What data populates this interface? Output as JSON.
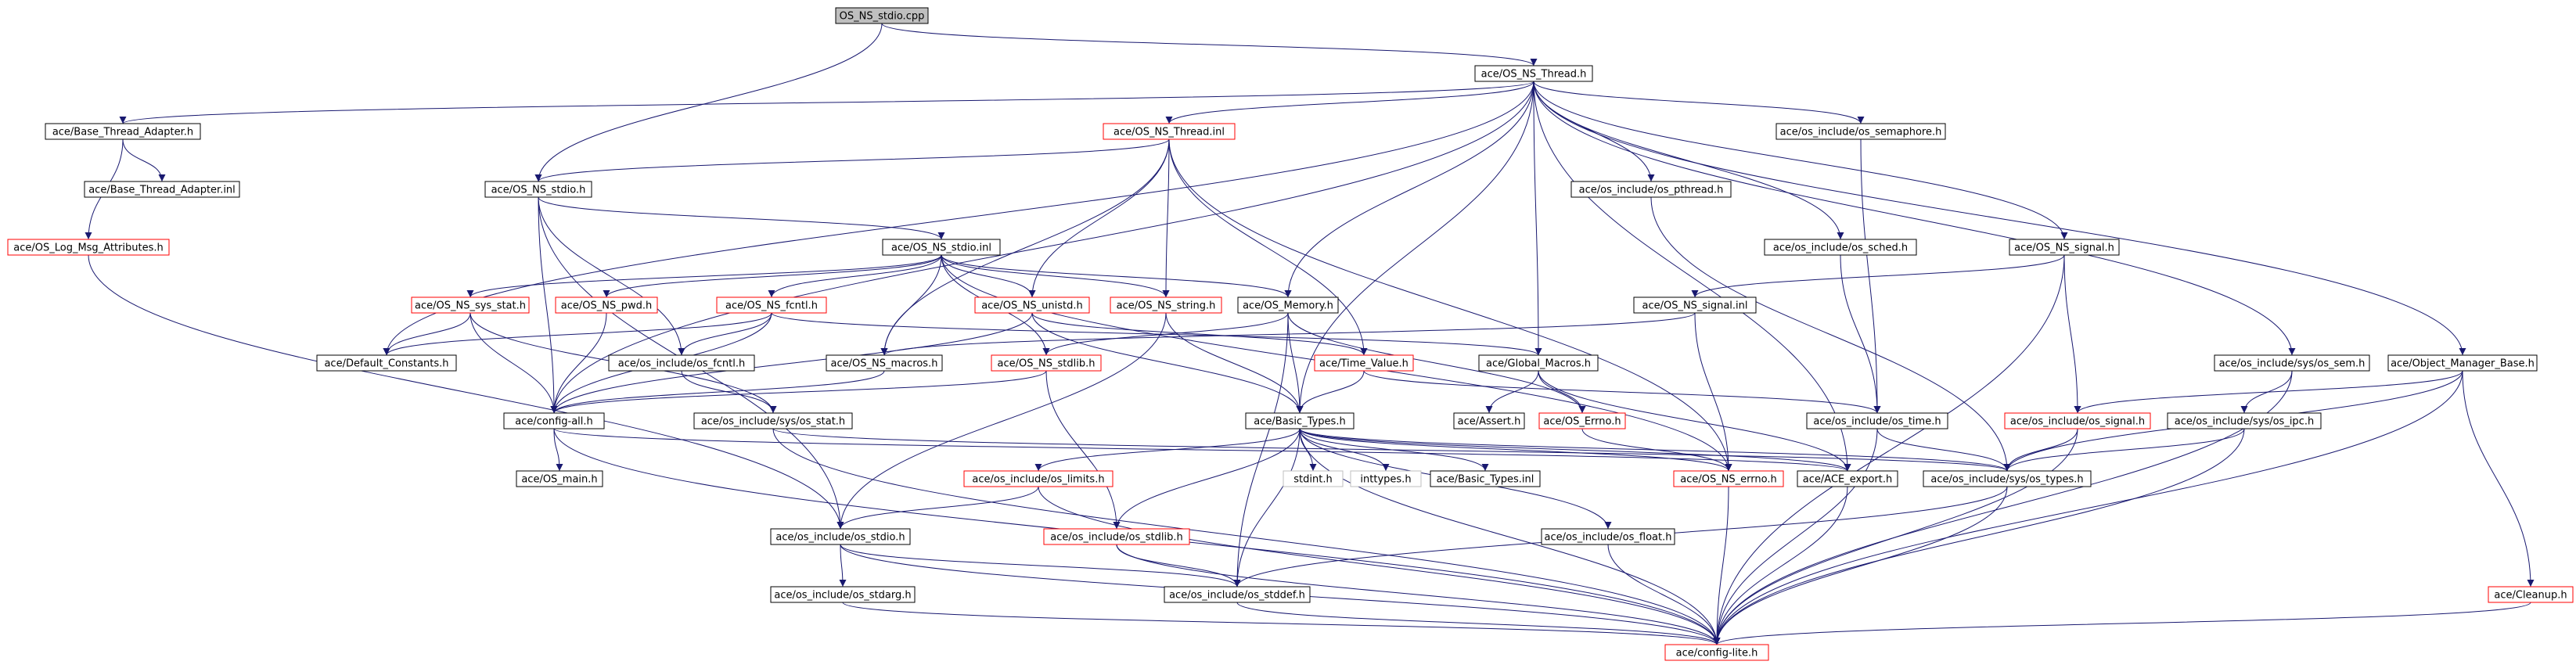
{
  "root": "OS_NS_stdio.cpp",
  "colors": {
    "edge": "#191970",
    "broken_link_border": "#ff0000",
    "normal_border": "#000000",
    "external_border": "#bfbfbf",
    "root_fill": "#bfbfbf"
  },
  "nodes": [
    {
      "id": "n_root",
      "label": "OS_NS_stdio.cpp",
      "kind": "root"
    },
    {
      "id": "n_thread_h",
      "label": "ace/OS_NS_Thread.h",
      "kind": "normal"
    },
    {
      "id": "n_bta_h",
      "label": "ace/Base_Thread_Adapter.h",
      "kind": "normal"
    },
    {
      "id": "n_thread_inl",
      "label": "ace/OS_NS_Thread.inl",
      "kind": "broken"
    },
    {
      "id": "n_sem_h",
      "label": "ace/os_include/os_semaphore.h",
      "kind": "normal"
    },
    {
      "id": "n_bta_inl",
      "label": "ace/Base_Thread_Adapter.inl",
      "kind": "normal"
    },
    {
      "id": "n_stdio_h",
      "label": "ace/OS_NS_stdio.h",
      "kind": "normal"
    },
    {
      "id": "n_pthread_h",
      "label": "ace/os_include/os_pthread.h",
      "kind": "normal"
    },
    {
      "id": "n_logmsg_h",
      "label": "ace/OS_Log_Msg_Attributes.h",
      "kind": "broken"
    },
    {
      "id": "n_stdio_inl",
      "label": "ace/OS_NS_stdio.inl",
      "kind": "normal"
    },
    {
      "id": "n_sched_h",
      "label": "ace/os_include/os_sched.h",
      "kind": "normal"
    },
    {
      "id": "n_signal_h",
      "label": "ace/OS_NS_signal.h",
      "kind": "normal"
    },
    {
      "id": "n_sysstat_h",
      "label": "ace/OS_NS_sys_stat.h",
      "kind": "broken"
    },
    {
      "id": "n_pwd_h",
      "label": "ace/OS_NS_pwd.h",
      "kind": "broken"
    },
    {
      "id": "n_fcntl_h",
      "label": "ace/OS_NS_fcntl.h",
      "kind": "broken"
    },
    {
      "id": "n_unistd_h",
      "label": "ace/OS_NS_unistd.h",
      "kind": "broken"
    },
    {
      "id": "n_string_h",
      "label": "ace/OS_NS_string.h",
      "kind": "broken"
    },
    {
      "id": "n_memory_h",
      "label": "ace/OS_Memory.h",
      "kind": "normal"
    },
    {
      "id": "n_signal_inl",
      "label": "ace/OS_NS_signal.inl",
      "kind": "normal"
    },
    {
      "id": "n_syssem_h",
      "label": "ace/os_include/sys/os_sem.h",
      "kind": "normal"
    },
    {
      "id": "n_omb_h",
      "label": "ace/Object_Manager_Base.h",
      "kind": "normal"
    },
    {
      "id": "n_defconst_h",
      "label": "ace/Default_Constants.h",
      "kind": "normal"
    },
    {
      "id": "n_osfcntl_h",
      "label": "ace/os_include/os_fcntl.h",
      "kind": "normal"
    },
    {
      "id": "n_macros_h",
      "label": "ace/OS_NS_macros.h",
      "kind": "normal"
    },
    {
      "id": "n_stdlib_h",
      "label": "ace/OS_NS_stdlib.h",
      "kind": "broken"
    },
    {
      "id": "n_timevalue_h",
      "label": "ace/Time_Value.h",
      "kind": "broken"
    },
    {
      "id": "n_globalmacros_h",
      "label": "ace/Global_Macros.h",
      "kind": "normal"
    },
    {
      "id": "n_configall_h",
      "label": "ace/config-all.h",
      "kind": "normal"
    },
    {
      "id": "n_sysstat2_h",
      "label": "ace/os_include/sys/os_stat.h",
      "kind": "normal"
    },
    {
      "id": "n_basictypes_h",
      "label": "ace/Basic_Types.h",
      "kind": "normal"
    },
    {
      "id": "n_assert_h",
      "label": "ace/Assert.h",
      "kind": "normal"
    },
    {
      "id": "n_oserrno_h",
      "label": "ace/OS_Errno.h",
      "kind": "broken"
    },
    {
      "id": "n_ostime_h",
      "label": "ace/os_include/os_time.h",
      "kind": "normal"
    },
    {
      "id": "n_ossignal_h",
      "label": "ace/os_include/os_signal.h",
      "kind": "broken"
    },
    {
      "id": "n_sysipc_h",
      "label": "ace/os_include/sys/os_ipc.h",
      "kind": "normal"
    },
    {
      "id": "n_osmain_h",
      "label": "ace/OS_main.h",
      "kind": "normal"
    },
    {
      "id": "n_limits_h",
      "label": "ace/os_include/os_limits.h",
      "kind": "broken"
    },
    {
      "id": "n_stdint_h",
      "label": "stdint.h",
      "kind": "external"
    },
    {
      "id": "n_inttypes_h",
      "label": "inttypes.h",
      "kind": "external"
    },
    {
      "id": "n_basictypes_inl",
      "label": "ace/Basic_Types.inl",
      "kind": "normal"
    },
    {
      "id": "n_errno_h",
      "label": "ace/OS_NS_errno.h",
      "kind": "broken"
    },
    {
      "id": "n_aceexport_h",
      "label": "ace/ACE_export.h",
      "kind": "normal"
    },
    {
      "id": "n_systypes_h",
      "label": "ace/os_include/sys/os_types.h",
      "kind": "normal"
    },
    {
      "id": "n_osstdio_h",
      "label": "ace/os_include/os_stdio.h",
      "kind": "normal"
    },
    {
      "id": "n_osstdlib_h",
      "label": "ace/os_include/os_stdlib.h",
      "kind": "broken"
    },
    {
      "id": "n_osfloat_h",
      "label": "ace/os_include/os_float.h",
      "kind": "normal"
    },
    {
      "id": "n_stdarg_h",
      "label": "ace/os_include/os_stdarg.h",
      "kind": "normal"
    },
    {
      "id": "n_stddef_h",
      "label": "ace/os_include/os_stddef.h",
      "kind": "normal"
    },
    {
      "id": "n_cleanup_h",
      "label": "ace/Cleanup.h",
      "kind": "broken"
    },
    {
      "id": "n_configlite_h",
      "label": "ace/config-lite.h",
      "kind": "broken"
    }
  ],
  "edges": [
    [
      "n_root",
      "n_thread_h"
    ],
    [
      "n_root",
      "n_stdio_h"
    ],
    [
      "n_thread_h",
      "n_bta_h"
    ],
    [
      "n_thread_h",
      "n_thread_inl"
    ],
    [
      "n_thread_h",
      "n_sem_h"
    ],
    [
      "n_thread_h",
      "n_pthread_h"
    ],
    [
      "n_thread_h",
      "n_sched_h"
    ],
    [
      "n_thread_h",
      "n_signal_h"
    ],
    [
      "n_thread_h",
      "n_memory_h"
    ],
    [
      "n_thread_h",
      "n_syssem_h"
    ],
    [
      "n_thread_h",
      "n_omb_h"
    ],
    [
      "n_thread_h",
      "n_globalmacros_h"
    ],
    [
      "n_thread_h",
      "n_configall_h"
    ],
    [
      "n_thread_h",
      "n_defconst_h"
    ],
    [
      "n_thread_h",
      "n_basictypes_h"
    ],
    [
      "n_thread_h",
      "n_aceexport_h"
    ],
    [
      "n_bta_h",
      "n_bta_inl"
    ],
    [
      "n_bta_h",
      "n_logmsg_h"
    ],
    [
      "n_logmsg_h",
      "n_osstdio_h"
    ],
    [
      "n_thread_inl",
      "n_stdio_h"
    ],
    [
      "n_thread_inl",
      "n_macros_h"
    ],
    [
      "n_thread_inl",
      "n_unistd_h"
    ],
    [
      "n_thread_inl",
      "n_string_h"
    ],
    [
      "n_thread_inl",
      "n_timevalue_h"
    ],
    [
      "n_thread_inl",
      "n_errno_h"
    ],
    [
      "n_stdio_h",
      "n_stdio_inl"
    ],
    [
      "n_stdio_h",
      "n_osfcntl_h"
    ],
    [
      "n_stdio_h",
      "n_configall_h"
    ],
    [
      "n_stdio_h",
      "n_osstdio_h"
    ],
    [
      "n_stdio_inl",
      "n_sysstat_h"
    ],
    [
      "n_stdio_inl",
      "n_pwd_h"
    ],
    [
      "n_stdio_inl",
      "n_fcntl_h"
    ],
    [
      "n_stdio_inl",
      "n_unistd_h"
    ],
    [
      "n_stdio_inl",
      "n_string_h"
    ],
    [
      "n_stdio_inl",
      "n_memory_h"
    ],
    [
      "n_stdio_inl",
      "n_macros_h"
    ],
    [
      "n_stdio_inl",
      "n_stdlib_h"
    ],
    [
      "n_stdio_inl",
      "n_errno_h"
    ],
    [
      "n_sem_h",
      "n_ostime_h"
    ],
    [
      "n_pthread_h",
      "n_systypes_h"
    ],
    [
      "n_sched_h",
      "n_ostime_h"
    ],
    [
      "n_signal_h",
      "n_signal_inl"
    ],
    [
      "n_signal_h",
      "n_ossignal_h"
    ],
    [
      "n_signal_h",
      "n_configlite_h"
    ],
    [
      "n_signal_inl",
      "n_errno_h"
    ],
    [
      "n_signal_inl",
      "n_macros_h"
    ],
    [
      "n_sysstat_h",
      "n_defconst_h"
    ],
    [
      "n_sysstat_h",
      "n_configall_h"
    ],
    [
      "n_sysstat_h",
      "n_sysstat2_h"
    ],
    [
      "n_pwd_h",
      "n_configall_h"
    ],
    [
      "n_fcntl_h",
      "n_defconst_h"
    ],
    [
      "n_fcntl_h",
      "n_osfcntl_h"
    ],
    [
      "n_fcntl_h",
      "n_configall_h"
    ],
    [
      "n_fcntl_h",
      "n_globalmacros_h"
    ],
    [
      "n_unistd_h",
      "n_basictypes_h"
    ],
    [
      "n_unistd_h",
      "n_timevalue_h"
    ],
    [
      "n_unistd_h",
      "n_configall_h"
    ],
    [
      "n_string_h",
      "n_basictypes_h"
    ],
    [
      "n_string_h",
      "n_osstdio_h"
    ],
    [
      "n_memory_h",
      "n_basictypes_h"
    ],
    [
      "n_memory_h",
      "n_oserrno_h"
    ],
    [
      "n_memory_h",
      "n_stdlib_h"
    ],
    [
      "n_memory_h",
      "n_stddef_h"
    ],
    [
      "n_syssem_h",
      "n_sysipc_h"
    ],
    [
      "n_sysipc_h",
      "n_systypes_h"
    ],
    [
      "n_sysipc_h",
      "n_configlite_h"
    ],
    [
      "n_omb_h",
      "n_ossignal_h"
    ],
    [
      "n_omb_h",
      "n_cleanup_h"
    ],
    [
      "n_omb_h",
      "n_systypes_h"
    ],
    [
      "n_omb_h",
      "n_configlite_h"
    ],
    [
      "n_osfcntl_h",
      "n_sysstat2_h"
    ],
    [
      "n_macros_h",
      "n_configall_h"
    ],
    [
      "n_stdlib_h",
      "n_configall_h"
    ],
    [
      "n_stdlib_h",
      "n_osstdlib_h"
    ],
    [
      "n_timevalue_h",
      "n_ostime_h"
    ],
    [
      "n_timevalue_h",
      "n_basictypes_h"
    ],
    [
      "n_globalmacros_h",
      "n_assert_h"
    ],
    [
      "n_globalmacros_h",
      "n_oserrno_h"
    ],
    [
      "n_globalmacros_h",
      "n_aceexport_h"
    ],
    [
      "n_configall_h",
      "n_osmain_h"
    ],
    [
      "n_configall_h",
      "n_configlite_h"
    ],
    [
      "n_configall_h",
      "n_aceexport_h"
    ],
    [
      "n_sysstat2_h",
      "n_systypes_h"
    ],
    [
      "n_sysstat2_h",
      "n_configlite_h"
    ],
    [
      "n_basictypes_h",
      "n_limits_h"
    ],
    [
      "n_basictypes_h",
      "n_stdint_h"
    ],
    [
      "n_basictypes_h",
      "n_inttypes_h"
    ],
    [
      "n_basictypes_h",
      "n_basictypes_inl"
    ],
    [
      "n_basictypes_h",
      "n_osfloat_h"
    ],
    [
      "n_basictypes_h",
      "n_osstdlib_h"
    ],
    [
      "n_basictypes_h",
      "n_stddef_h"
    ],
    [
      "n_basictypes_h",
      "n_aceexport_h"
    ],
    [
      "n_basictypes_h",
      "n_configlite_h"
    ],
    [
      "n_basictypes_h",
      "n_errno_h"
    ],
    [
      "n_basictypes_h",
      "n_systypes_h"
    ],
    [
      "n_oserrno_h",
      "n_errno_h"
    ],
    [
      "n_ostime_h",
      "n_systypes_h"
    ],
    [
      "n_ostime_h",
      "n_configlite_h"
    ],
    [
      "n_ossignal_h",
      "n_systypes_h"
    ],
    [
      "n_ossignal_h",
      "n_configlite_h"
    ],
    [
      "n_limits_h",
      "n_osstdio_h"
    ],
    [
      "n_limits_h",
      "n_configlite_h"
    ],
    [
      "n_errno_h",
      "n_configlite_h"
    ],
    [
      "n_aceexport_h",
      "n_configlite_h"
    ],
    [
      "n_systypes_h",
      "n_stddef_h"
    ],
    [
      "n_systypes_h",
      "n_configlite_h"
    ],
    [
      "n_osstdio_h",
      "n_stdarg_h"
    ],
    [
      "n_osstdio_h",
      "n_stddef_h"
    ],
    [
      "n_osstdio_h",
      "n_configlite_h"
    ],
    [
      "n_osstdlib_h",
      "n_stddef_h"
    ],
    [
      "n_osstdlib_h",
      "n_configlite_h"
    ],
    [
      "n_osfloat_h",
      "n_configlite_h"
    ],
    [
      "n_stdarg_h",
      "n_configlite_h"
    ],
    [
      "n_stddef_h",
      "n_configlite_h"
    ],
    [
      "n_cleanup_h",
      "n_configlite_h"
    ],
    [
      "n_syssem_h",
      "n_configlite_h"
    ]
  ]
}
